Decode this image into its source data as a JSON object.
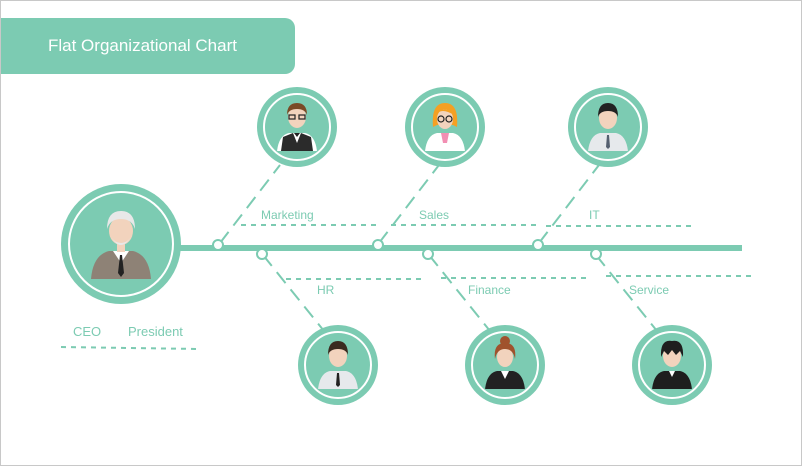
{
  "title": "Flat Organizational Chart",
  "colors": {
    "accent": "#7ccbb2",
    "circle_inner": "#7ccbb2",
    "white": "#ffffff"
  },
  "ceo": {
    "role": "CEO",
    "name": "President",
    "icon": "elderly-man-avatar-icon"
  },
  "top_departments": [
    {
      "label": "Marketing",
      "icon": "man-glasses-vest-avatar-icon"
    },
    {
      "label": "Sales",
      "icon": "woman-glasses-avatar-icon"
    },
    {
      "label": "IT",
      "icon": "man-shirt-avatar-icon"
    }
  ],
  "bottom_departments": [
    {
      "label": "HR",
      "icon": "man-suit-avatar-icon"
    },
    {
      "label": "Finance",
      "icon": "woman-bun-avatar-icon"
    },
    {
      "label": "Service",
      "icon": "man-black-suit-avatar-icon"
    }
  ]
}
